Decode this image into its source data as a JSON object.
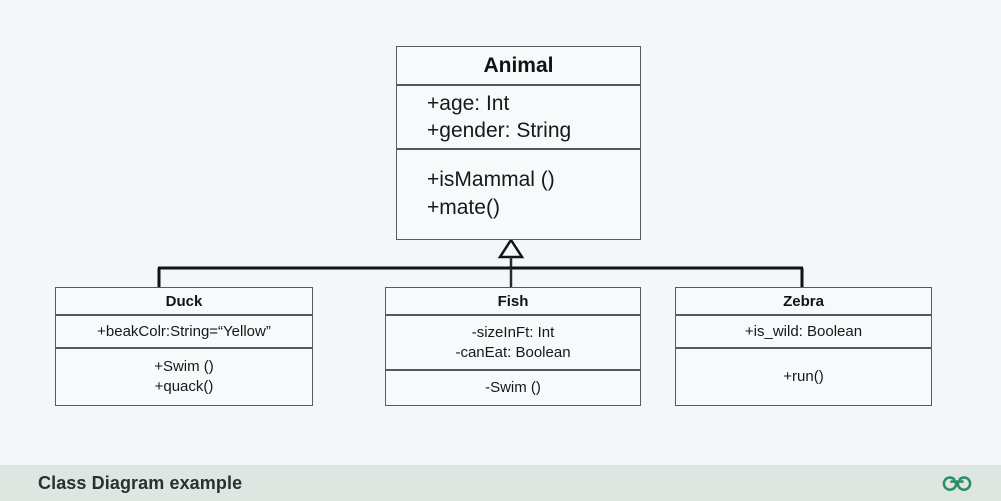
{
  "diagram": {
    "type": "uml-class-diagram",
    "background_color": "#f4f6f8",
    "box_fill_color": "#f7f9fa",
    "box_border_color": "#555b60",
    "classes": [
      {
        "id": "animal",
        "name": "Animal",
        "role": "superclass",
        "attributes": [
          "+age: Int",
          "+gender: String"
        ],
        "operations": [
          "+isMammal ()",
          "+mate()"
        ]
      },
      {
        "id": "duck",
        "name": "Duck",
        "role": "subclass",
        "attributes": [
          "+beakColr:String=“Yellow”"
        ],
        "operations": [
          "+Swim ()",
          "+quack()"
        ]
      },
      {
        "id": "fish",
        "name": "Fish",
        "role": "subclass",
        "attributes": [
          "-sizeInFt: Int",
          "-canEat: Boolean"
        ],
        "operations": [
          "-Swim ()"
        ]
      },
      {
        "id": "zebra",
        "name": "Zebra",
        "role": "subclass",
        "attributes": [
          "+is_wild: Boolean"
        ],
        "operations": [
          "+run()"
        ]
      }
    ],
    "relationships": [
      {
        "type": "generalization",
        "from": "duck",
        "to": "animal"
      },
      {
        "type": "generalization",
        "from": "fish",
        "to": "animal"
      },
      {
        "type": "generalization",
        "from": "zebra",
        "to": "animal"
      }
    ]
  },
  "footer": {
    "caption": "Class Diagram example",
    "background_color": "#dde6e0",
    "logo_name": "geeksforgeeks-logo",
    "logo_color": "#2f8d69"
  }
}
